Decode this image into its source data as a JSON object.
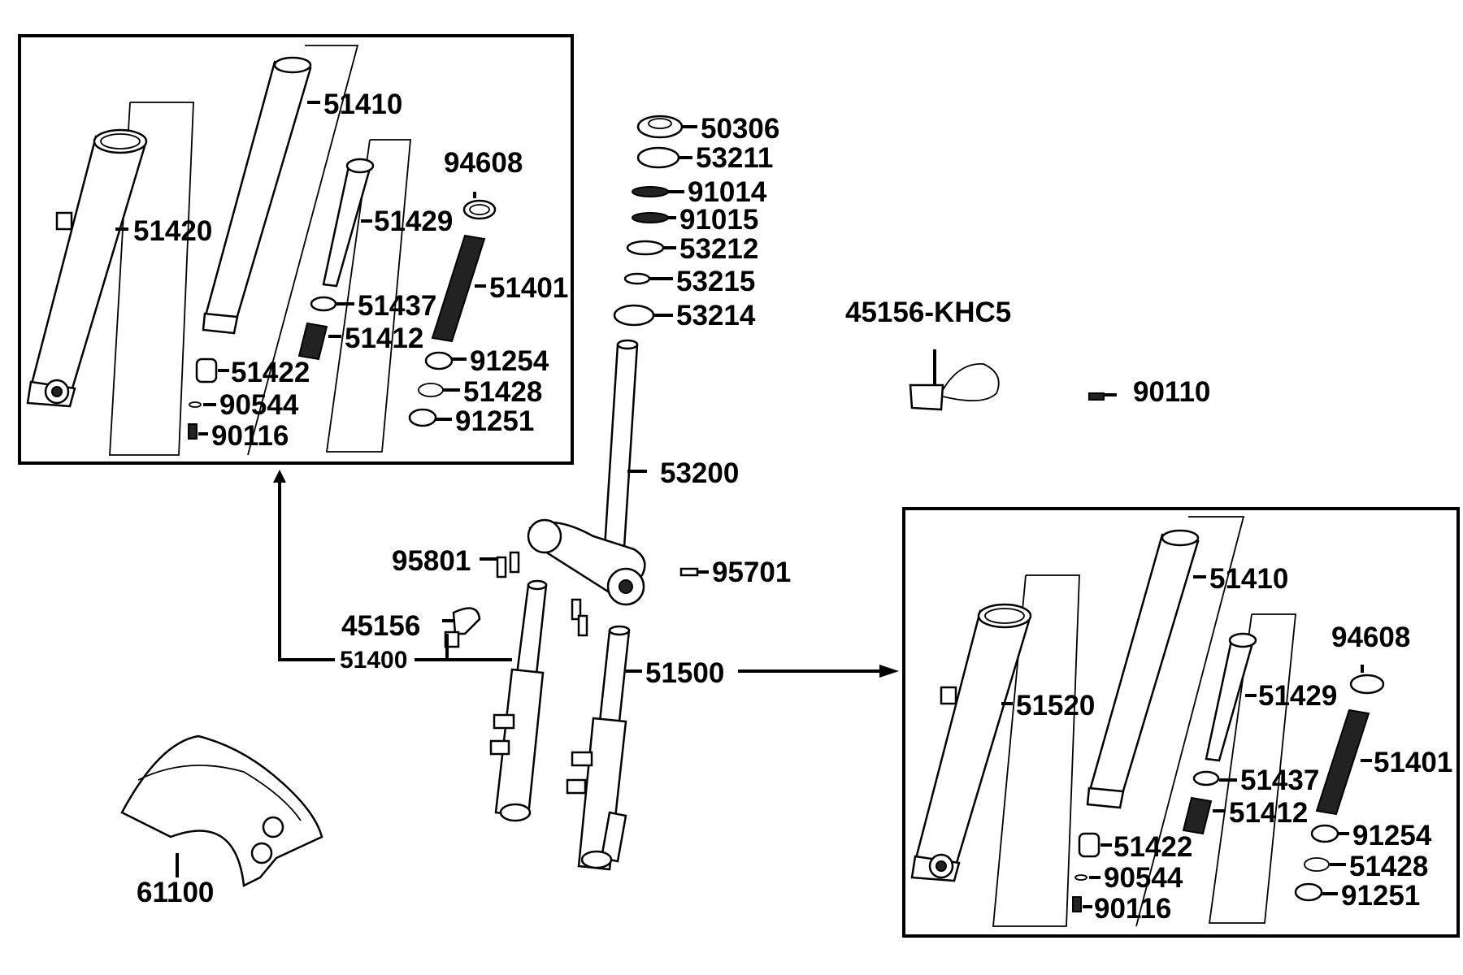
{
  "left_inset": {
    "labels": {
      "fork_tube": "51410",
      "outer_tube": "51420",
      "damper_rod": "51429",
      "seal_ring": "94608",
      "spring": "51401",
      "washer": "51437",
      "rebound_spring": "51412",
      "dust_seal": "91254",
      "oil_lock": "51422",
      "clip": "51428",
      "small_washer": "90544",
      "oil_seal": "91251",
      "bolt": "90116"
    }
  },
  "right_inset": {
    "labels": {
      "fork_tube": "51410",
      "outer_tube": "51520",
      "damper_rod": "51429",
      "seal_ring": "94608",
      "spring": "51401",
      "washer": "51437",
      "rebound_spring": "51412",
      "dust_seal": "91254",
      "oil_lock": "51422",
      "clip": "51428",
      "small_washer": "90544",
      "oil_seal": "91251",
      "bolt": "90116"
    }
  },
  "steering": {
    "labels": {
      "lock_nut": "50306",
      "adjust_nut": "53211",
      "ball_race_top": "91014",
      "ball_race_bottom": "91015",
      "cone_race_top": "53212",
      "dust_seal": "53215",
      "cone_race_bottom": "53214",
      "stem": "53200",
      "bolt_left": "95801",
      "bolt_right": "95701",
      "hose_clip": "45156",
      "left_fork": "51400",
      "right_fork": "51500"
    }
  },
  "misc": {
    "labels": {
      "clamp": "45156-KHC5",
      "screw": "90110",
      "fender": "61100"
    }
  }
}
